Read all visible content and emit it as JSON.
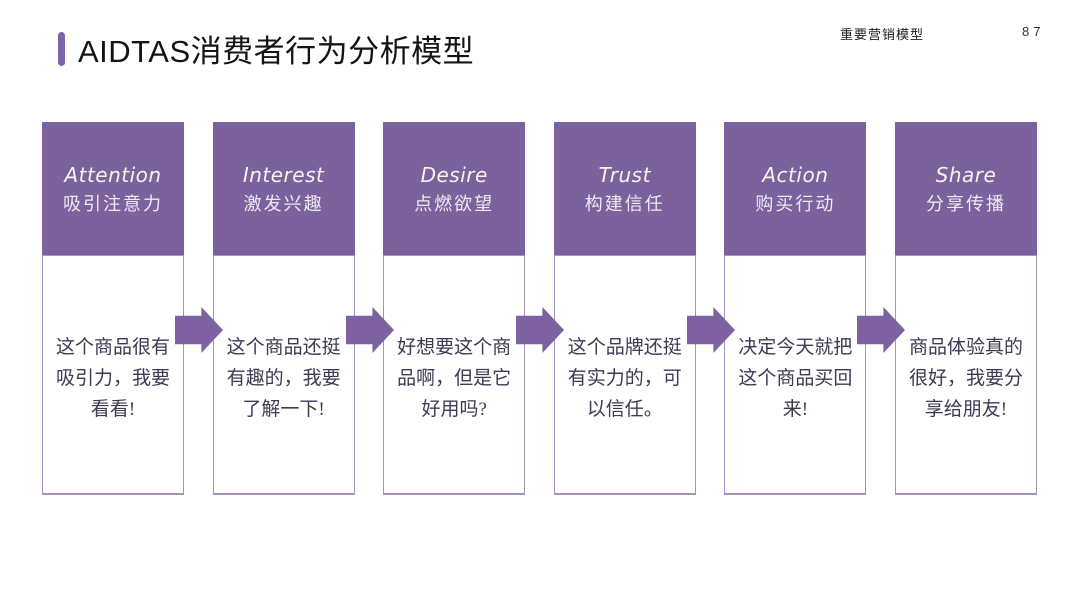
{
  "page": {
    "title": "AIDTAS消费者行为分析模型",
    "header_right_label": "重要营销模型",
    "page_number": "87"
  },
  "colors": {
    "stage_header_bg": "#7b629c",
    "arrow_fill": "#7d61a1",
    "card_border": "#a591c2",
    "accent_bar": "#7e64a8",
    "body_text": "#3d3a52"
  },
  "icons": {
    "arrow": "right-block-arrow"
  },
  "stages": [
    {
      "en": "Attention",
      "zh": "吸引注意力",
      "desc": "这个商品很有吸引力，我要看看!"
    },
    {
      "en": "Interest",
      "zh": "激发兴趣",
      "desc": "这个商品还挺有趣的，我要了解一下!"
    },
    {
      "en": "Desire",
      "zh": "点燃欲望",
      "desc": "好想要这个商品啊，但是它好用吗?"
    },
    {
      "en": "Trust",
      "zh": "构建信任",
      "desc": "这个品牌还挺有实力的，可以信任。"
    },
    {
      "en": "Action",
      "zh": "购买行动",
      "desc": "决定今天就把这个商品买回来!"
    },
    {
      "en": "Share",
      "zh": "分享传播",
      "desc": "商品体验真的很好，我要分享给朋友!"
    }
  ]
}
